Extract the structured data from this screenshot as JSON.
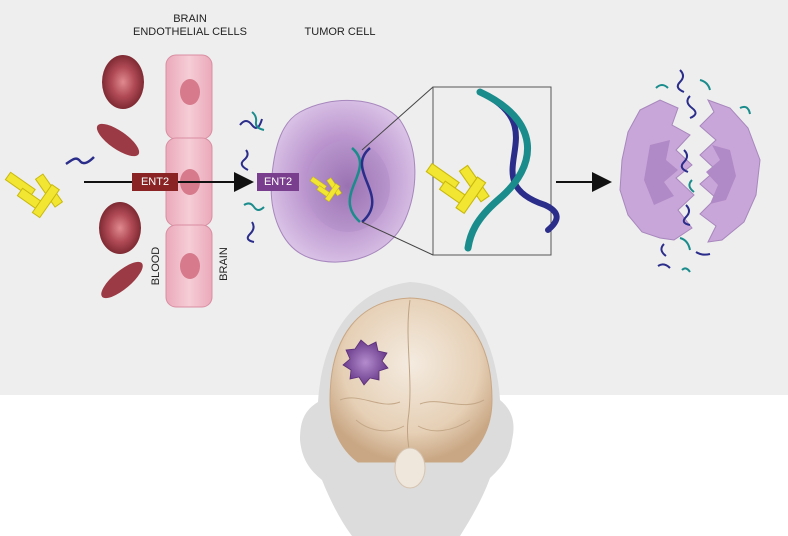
{
  "labels": {
    "brain_endothelial_line1": "BRAIN",
    "brain_endothelial_line2": "ENDOTHELIAL CELLS",
    "tumor_cell": "TUMOR CELL",
    "blood": "BLOOD",
    "brain": "BRAIN",
    "ent2_endothelial": "ENT2",
    "ent2_tumor": "ENT2"
  },
  "colors": {
    "panel_bg": "#eeeeee",
    "antibody": "#f2e633",
    "rbc": "#a84a52",
    "endothelial": "#f2c0cc",
    "nucleus": "#d67a8c",
    "ent2_blood": "#8a2424",
    "ent2_tumor": "#7a3e8e",
    "tumor_cell": "#c9a6d9",
    "dna_teal": "#1a8c8c",
    "dna_navy": "#2b2d8a",
    "head": "#dcdcdc",
    "brain": "#e6d2b6"
  }
}
